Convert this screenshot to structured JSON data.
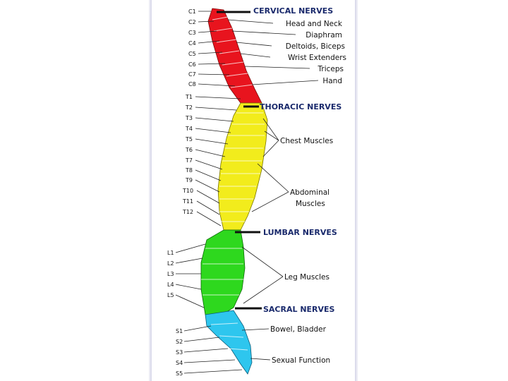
{
  "sections": {
    "cervical": {
      "title": "CERVICAL NERVES",
      "color": "#e8141e",
      "levels": [
        "C1",
        "C2",
        "C3",
        "C4",
        "C5",
        "C6",
        "C7",
        "C8"
      ],
      "functions": [
        "Head and Neck",
        "Diaphram",
        "Deltoids, Biceps",
        "Wrist Extenders",
        "Triceps",
        "Hand"
      ]
    },
    "thoracic": {
      "title": "THORACIC NERVES",
      "color": "#f2ec1c",
      "levels": [
        "T1",
        "T2",
        "T3",
        "T4",
        "T5",
        "T6",
        "T7",
        "T8",
        "T9",
        "T10",
        "T11",
        "T12"
      ],
      "functions": [
        "Chest Muscles",
        "Abdominal",
        "Muscles"
      ]
    },
    "lumbar": {
      "title": "LUMBAR NERVES",
      "color": "#2ed81e",
      "levels": [
        "L1",
        "L2",
        "L3",
        "L4",
        "L5"
      ],
      "functions": [
        "Leg Muscles"
      ]
    },
    "sacral": {
      "title": "SACRAL NERVES",
      "color": "#2ec6ee",
      "levels": [
        "S1",
        "S2",
        "S3",
        "S4",
        "S5"
      ],
      "functions": [
        "Bowel, Bladder",
        "Sexual Function"
      ]
    }
  }
}
